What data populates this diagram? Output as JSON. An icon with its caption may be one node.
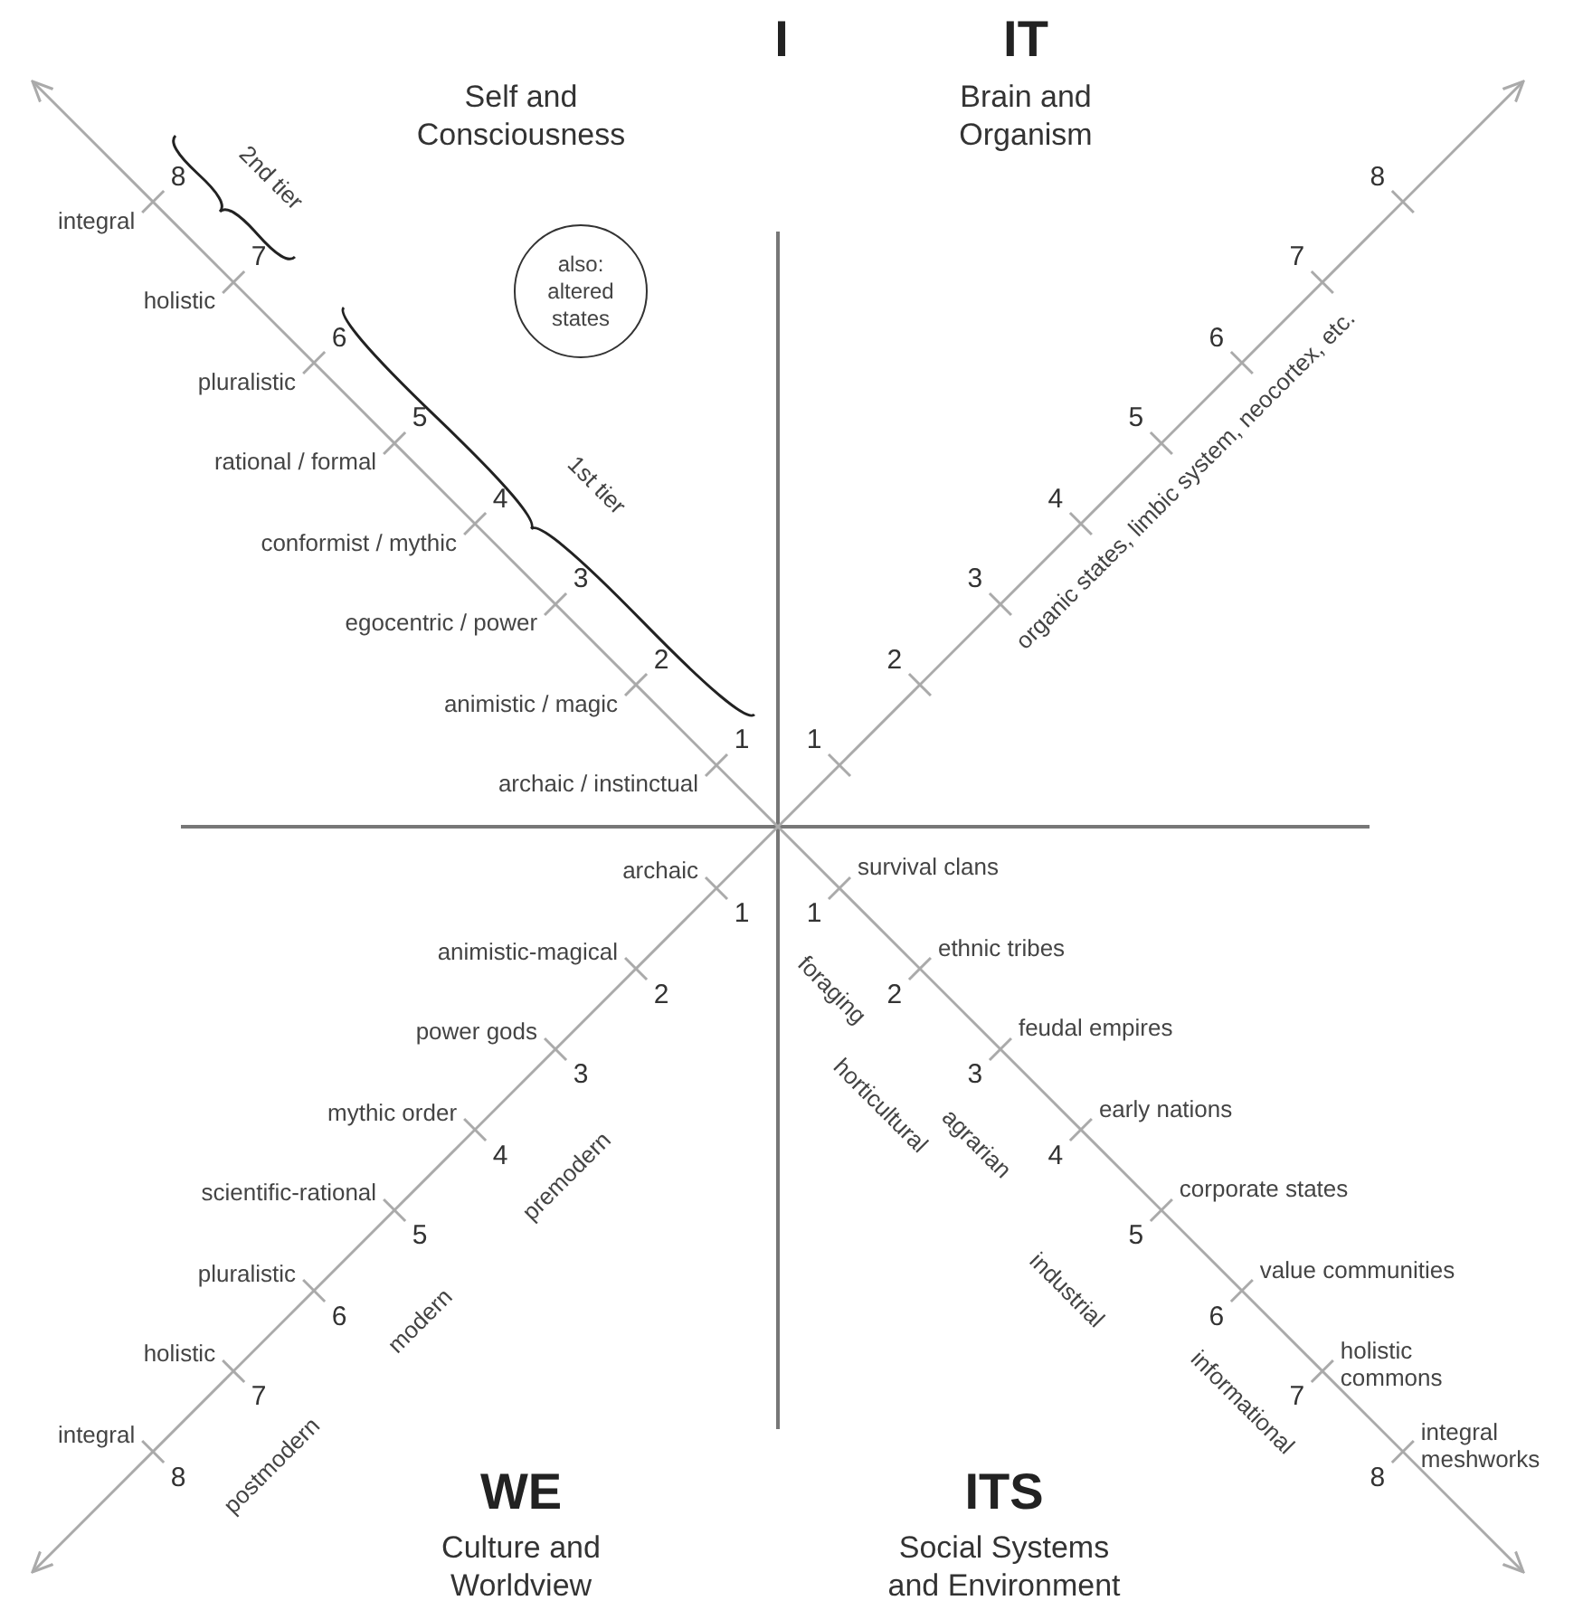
{
  "diagram": {
    "nodes": [
      {
        "text": [
          "also: altered states"
        ]
      }
    ],
    "labels": [
      "I",
      "Self and Consciousness",
      "IT",
      "Brain and Organism",
      "2nd tier",
      "1st tier",
      "integral",
      "holistic",
      "pluralistic",
      "rational / formal",
      "conformist / mythic",
      "egocentric / power",
      "animistic / magic",
      "archaic / instinctual",
      "8",
      "7",
      "6",
      "5",
      "4",
      "3",
      "2",
      "1",
      "8",
      "7",
      "6",
      "5",
      "4",
      "3",
      "2",
      "1",
      "organic states, limbic system, neocortex, etc.",
      "archaic",
      "animistic-magical",
      "power gods",
      "mythic order",
      "scientific-rational",
      "pluralistic",
      "holistic",
      "integral",
      "1",
      "2",
      "3",
      "4",
      "5",
      "6",
      "7",
      "8",
      "premodern",
      "modern",
      "postmodern",
      "survival clans",
      "ethnic tribes",
      "feudal empires",
      "early nations",
      "corporate states",
      "value communities",
      "holistic commons",
      "integral meshworks",
      "1",
      "2",
      "3",
      "4",
      "5",
      "6",
      "7",
      "8",
      "foraging",
      "horticultural",
      "agrarian",
      "industrial",
      "informational",
      "WE",
      "Culture and Worldview",
      "ITS",
      "Social Systems and Environment"
    ]
  }
}
